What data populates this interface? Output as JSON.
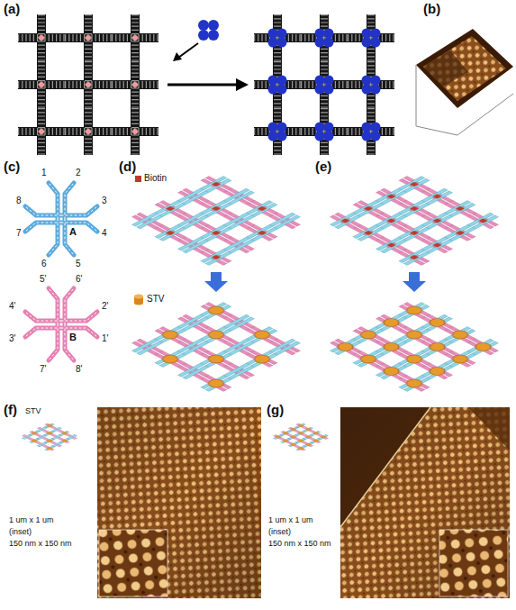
{
  "diagram": {
    "labels": [
      "(a)",
      "(b)",
      "(c)",
      "(d)",
      "(e)",
      "(f)",
      "(g)",
      "1",
      "2",
      "3",
      "4",
      "5",
      "6",
      "7",
      "8",
      "A",
      "5'",
      "6'",
      "4'",
      "2'",
      "3'",
      "1'",
      "7'",
      "8'",
      "B",
      "STV",
      "1 um x 1 um",
      "(inset)",
      "150 nm x 150 nm",
      "1 um x 1 um",
      "(inset)",
      "150 nm x 150 nm"
    ],
    "legend": [
      {
        "text": "Biotin",
        "color": "#c0392b"
      },
      {
        "text": "STV"
      }
    ]
  }
}
